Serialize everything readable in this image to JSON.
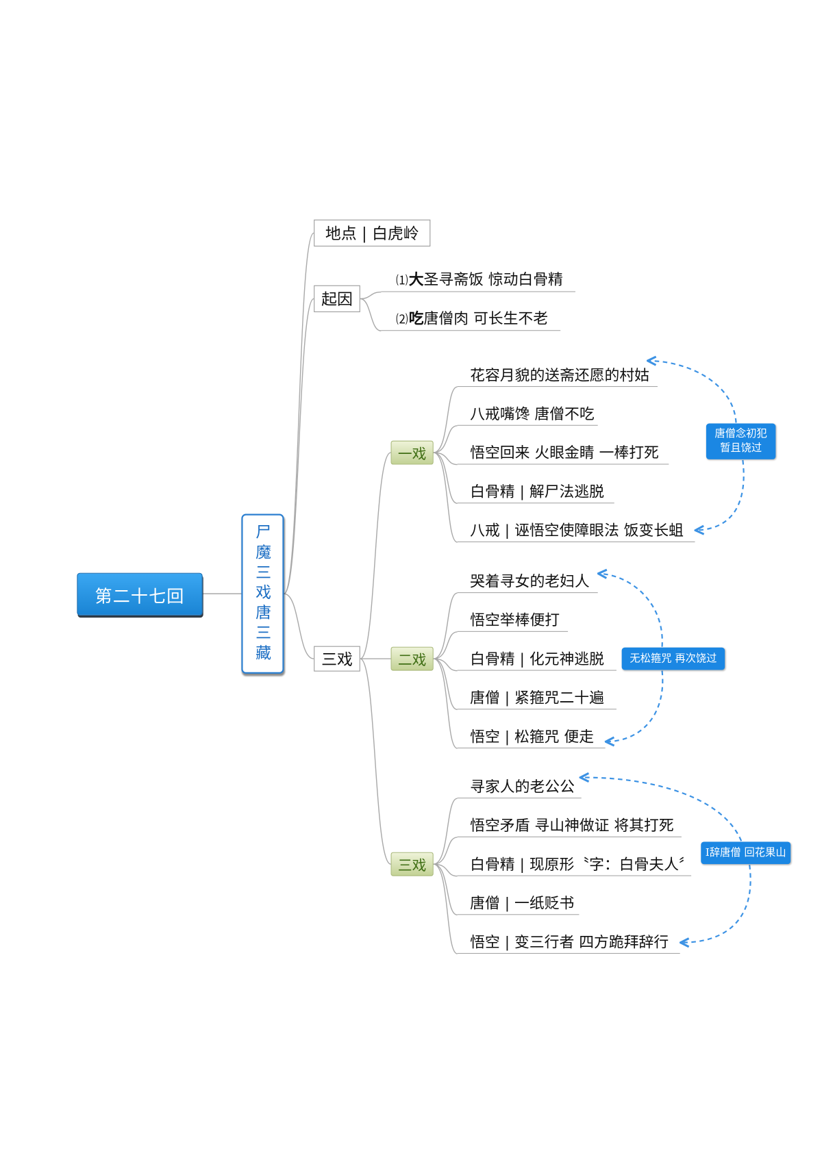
{
  "root": {
    "title": "第二十七回"
  },
  "topic": {
    "title": "尸魔三戏唐三藏"
  },
  "location": {
    "label": "地点 | 白虎岭"
  },
  "cause": {
    "label": "起因",
    "items": [
      {
        "marker": "⑴",
        "text": "大圣寻斋饭 惊动白骨精"
      },
      {
        "marker": "⑵",
        "text": "吃唐僧肉 可长生不老"
      }
    ]
  },
  "tricks": {
    "label": "三戏",
    "rounds": [
      {
        "label": "一戏",
        "items": [
          "花容月貌的送斋还愿的村姑",
          "八戒嘴馋 唐僧不吃",
          "悟空回来 火眼金睛 一棒打死",
          "白骨精 | 解尸法逃脱",
          "八戒 | 诬悟空使障眼法 饭变长蛆"
        ],
        "note": [
          "唐僧念初犯",
          "暂且饶过"
        ]
      },
      {
        "label": "二戏",
        "items": [
          "哭着寻女的老妇人",
          "悟空举棒便打",
          "白骨精 | 化元神逃脱",
          "唐僧 | 紧箍咒二十遍",
          "悟空 | 松箍咒 便走"
        ],
        "note": [
          "无松箍咒 再次饶过"
        ]
      },
      {
        "label": "三戏",
        "items": [
          "寻家人的老公公",
          "悟空矛盾 寻山神做证 将其打死",
          "白骨精 | 现原形〝字：白骨夫人〞",
          "唐僧 | 一纸贬书",
          "悟空 | 变三行者 四方跪拜辞行"
        ],
        "note": [
          "I辞唐僧 回花果山"
        ]
      }
    ]
  },
  "colors": {
    "root_fill_top": "#3aa7f2",
    "root_fill_bottom": "#1a84d4",
    "topic_border": "#2b7fd0",
    "topic_text": "#1d6fc4",
    "round_fill_top": "#eef3d8",
    "round_fill_bottom": "#c3d296",
    "round_text": "#3f6e14",
    "note_fill": "#1b87e3",
    "arrow": "#3c92e4",
    "connector": "#a9a9a9"
  }
}
